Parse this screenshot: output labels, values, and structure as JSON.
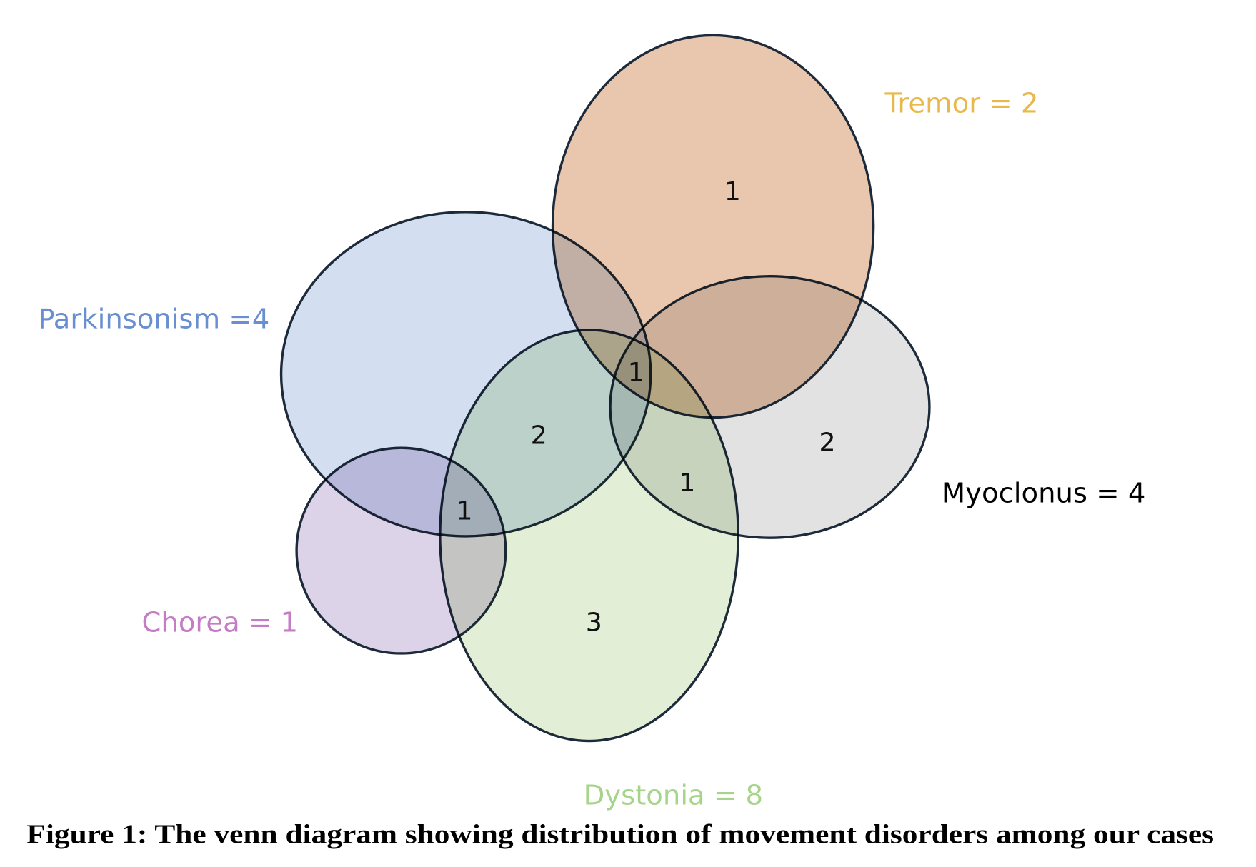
{
  "sets": [
    {
      "id": "tremor",
      "label": "Tremor = 2",
      "fill": "#e9c7ae",
      "label_color": "#e8b84a"
    },
    {
      "id": "parkinsonism",
      "label": "Parkinsonism =4",
      "fill": "#d3dff0",
      "label_color": "#6a8fd0"
    },
    {
      "id": "myoclonus",
      "label": "Myoclonus = 4",
      "fill": "#e2e2e2",
      "label_color": "#000000"
    },
    {
      "id": "dystonia",
      "label": "Dystonia = 8",
      "fill": "#e2efd6",
      "label_color": "#a6d48a"
    },
    {
      "id": "chorea",
      "label": "Chorea = 1",
      "fill": "#ddd3e8",
      "label_color": "#c47cc4"
    }
  ],
  "regions": [
    {
      "sets": [
        "tremor"
      ],
      "count": "1"
    },
    {
      "sets": [
        "tremor",
        "parkinsonism",
        "myoclonus",
        "dystonia"
      ],
      "count": "1"
    },
    {
      "sets": [
        "parkinsonism",
        "dystonia"
      ],
      "count": "2"
    },
    {
      "sets": [
        "myoclonus"
      ],
      "count": "2"
    },
    {
      "sets": [
        "myoclonus",
        "dystonia"
      ],
      "count": "1"
    },
    {
      "sets": [
        "parkinsonism",
        "chorea",
        "dystonia"
      ],
      "count": "1"
    },
    {
      "sets": [
        "dystonia"
      ],
      "count": "3"
    }
  ],
  "caption": "Figure 1: The venn diagram showing distribution of movement disorders among our cases"
}
